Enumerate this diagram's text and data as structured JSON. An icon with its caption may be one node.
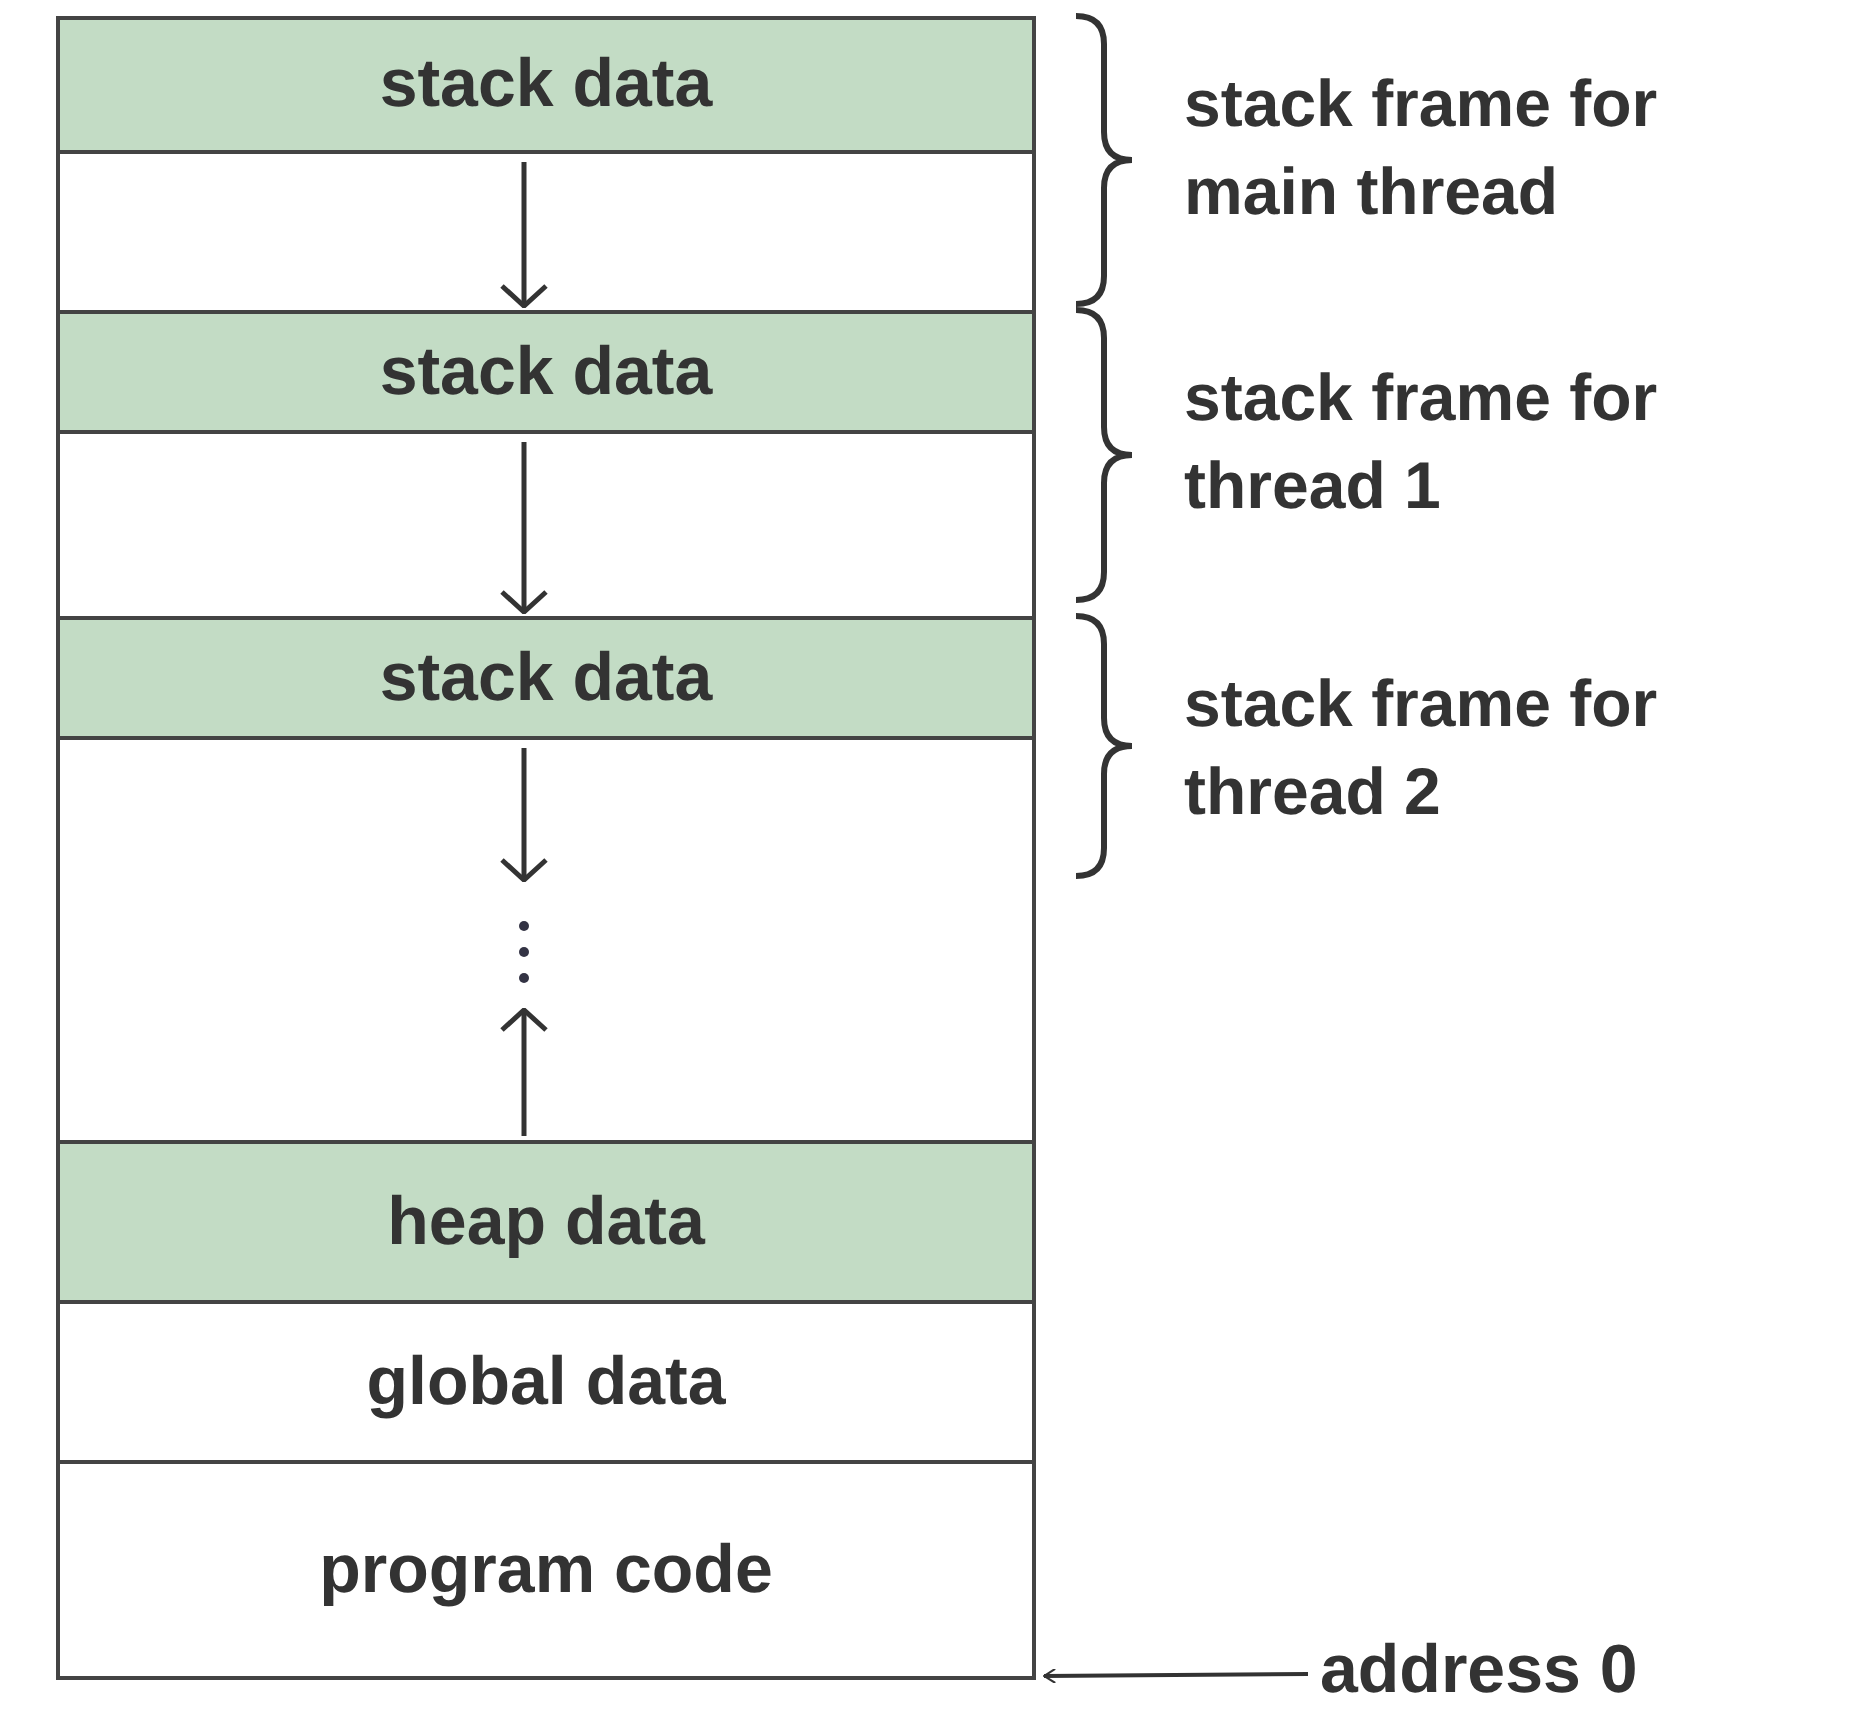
{
  "diagram": {
    "nodes": [
      {
        "text": [
          "stack data"
        ]
      },
      {
        "text": [
          "stack data"
        ]
      },
      {
        "text": [
          "stack data"
        ]
      },
      {
        "text": [
          "heap data"
        ]
      },
      {
        "text": [
          "global data"
        ]
      },
      {
        "text": [
          "program code"
        ]
      },
      {
        "text": [
          "address 0"
        ]
      }
    ],
    "edges": [
      {
        "from": 0,
        "to": 1,
        "arrow": "to"
      },
      {
        "from": 1,
        "to": 2,
        "arrow": "to"
      },
      {
        "from": 2,
        "to": null,
        "arrow": "to"
      },
      {
        "from": 3,
        "to": null,
        "arrow": "to"
      },
      {
        "from": 6,
        "to": 5,
        "arrow": "to"
      }
    ],
    "labels": [
      "stack frame for main thread",
      "stack frame for thread 1",
      "stack frame for thread 2"
    ]
  }
}
